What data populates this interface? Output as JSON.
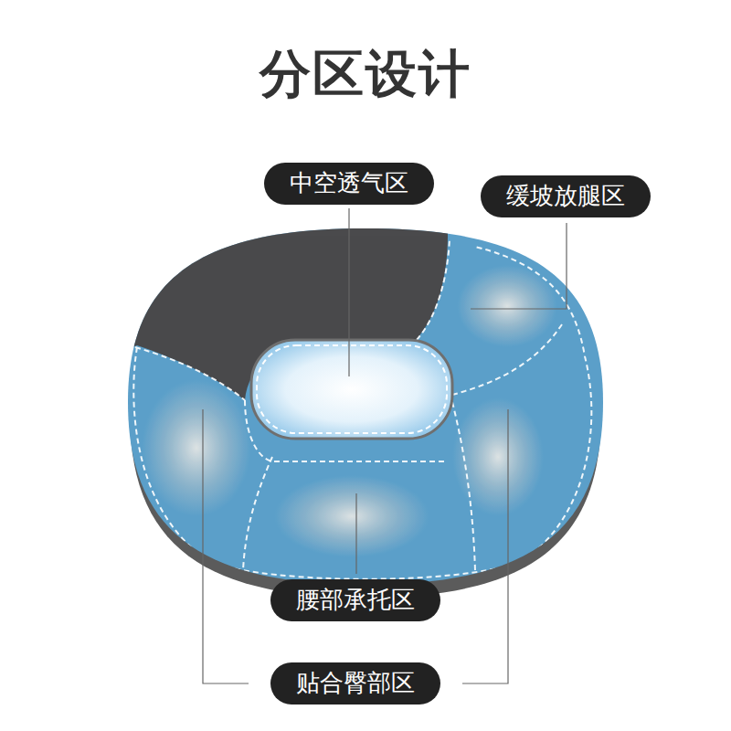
{
  "diagram": {
    "title": "分区设计",
    "nodes": [
      {
        "text": [
          "中空透气区"
        ]
      },
      {
        "text": [
          "缓坡放腿区"
        ]
      },
      {
        "text": [
          "腰部承托区"
        ]
      },
      {
        "text": [
          "贴合臀部区"
        ]
      }
    ]
  }
}
